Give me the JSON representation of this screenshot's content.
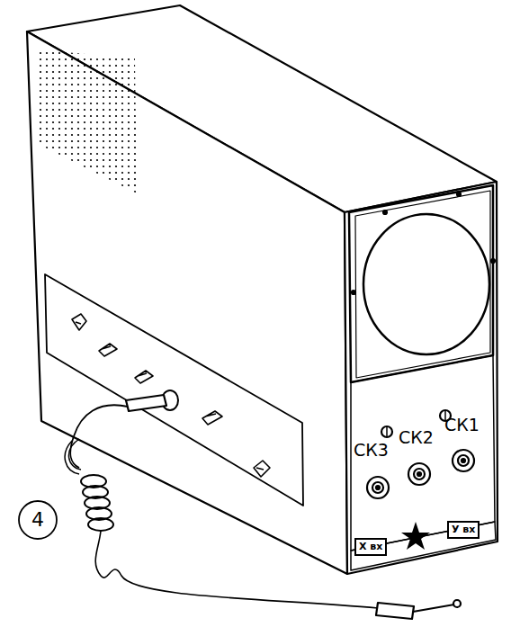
{
  "diagram": {
    "nodes": [
      {
        "text": [
          "Х вх"
        ]
      },
      {
        "text": [
          "У вх"
        ]
      }
    ],
    "labels": [
      "4",
      "СК3",
      "СК2",
      "СК1"
    ]
  }
}
